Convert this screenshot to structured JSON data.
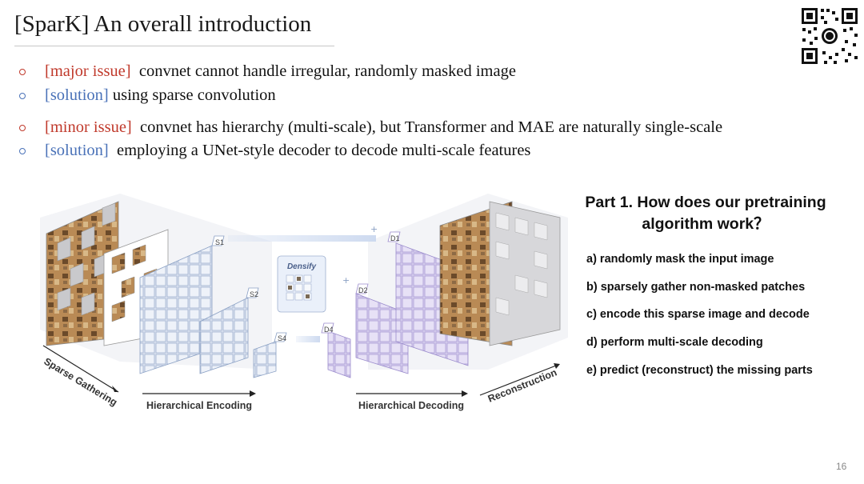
{
  "slide": {
    "title": "[SparK] An overall introduction",
    "page_number": "16"
  },
  "bullets": [
    {
      "tag": "[major issue]",
      "text": "convnet cannot handle irregular, randomly masked image",
      "tag_color": "#c0392b"
    },
    {
      "tag": "[solution]",
      "text": "using sparse convolution",
      "tag_color": "#4a72b8"
    },
    {
      "tag": "[minor issue]",
      "text": "convnet has hierarchy (multi-scale),  but Transformer and MAE are naturally single-scale",
      "tag_color": "#c0392b"
    },
    {
      "tag": "[solution]",
      "text": "employing a UNet-style decoder to decode multi-scale features",
      "tag_color": "#4a72b8"
    }
  ],
  "figure": {
    "densify_label": "Densify",
    "sparse_gathering_label": "Sparse Gathering",
    "hierarchical_encoding_label": "Hierarchical Encoding",
    "hierarchical_decoding_label": "Hierarchical Decoding",
    "reconstruction_label": "Reconstruction",
    "s1": "S1",
    "s2": "S2",
    "s4": "S4",
    "d1": "D1",
    "d2": "D2",
    "d4": "D4"
  },
  "part1": {
    "heading": "Part 1. How does our pretraining algorithm work？",
    "steps": [
      "a)  randomly mask the input image",
      "b)  sparsely gather non-masked patches",
      "c)  encode this sparse image and decode",
      "d)  perform multi-scale decoding",
      "e)  predict (reconstruct) the missing parts"
    ]
  },
  "colors": {
    "red_tag": "#c0392b",
    "blue_tag": "#4a72b8",
    "encoder_grid": "#b8c6de",
    "decoder_grid": "#c7bde6"
  }
}
